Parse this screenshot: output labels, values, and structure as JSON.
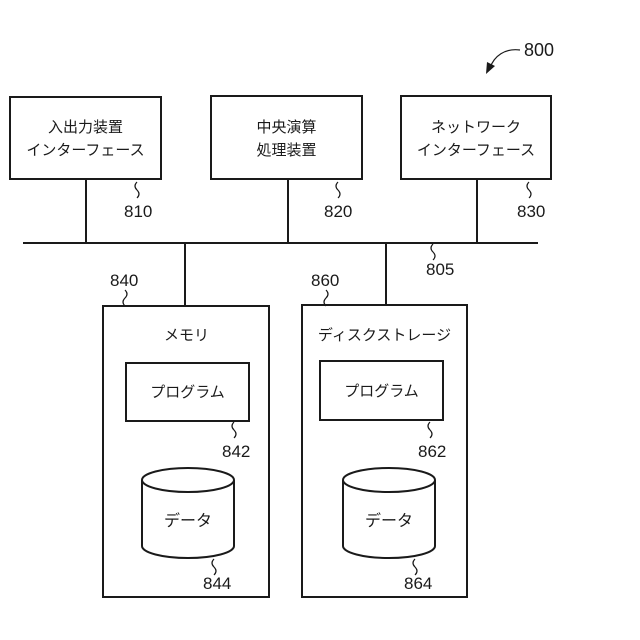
{
  "figure_ref": "800",
  "bus_ref": "805",
  "io_interface": {
    "line1": "入出力装置",
    "line2": "インターフェース",
    "ref": "810"
  },
  "cpu": {
    "line1": "中央演算",
    "line2": "処理装置",
    "ref": "820"
  },
  "network_interface": {
    "line1": "ネットワーク",
    "line2": "インターフェース",
    "ref": "830"
  },
  "memory": {
    "label": "メモリ",
    "ref": "840",
    "program": {
      "label": "プログラム",
      "ref": "842"
    },
    "data": {
      "label": "データ",
      "ref": "844"
    }
  },
  "disk_storage": {
    "label": "ディスクストレージ",
    "ref": "860",
    "program": {
      "label": "プログラム",
      "ref": "862"
    },
    "data": {
      "label": "データ",
      "ref": "864"
    }
  }
}
